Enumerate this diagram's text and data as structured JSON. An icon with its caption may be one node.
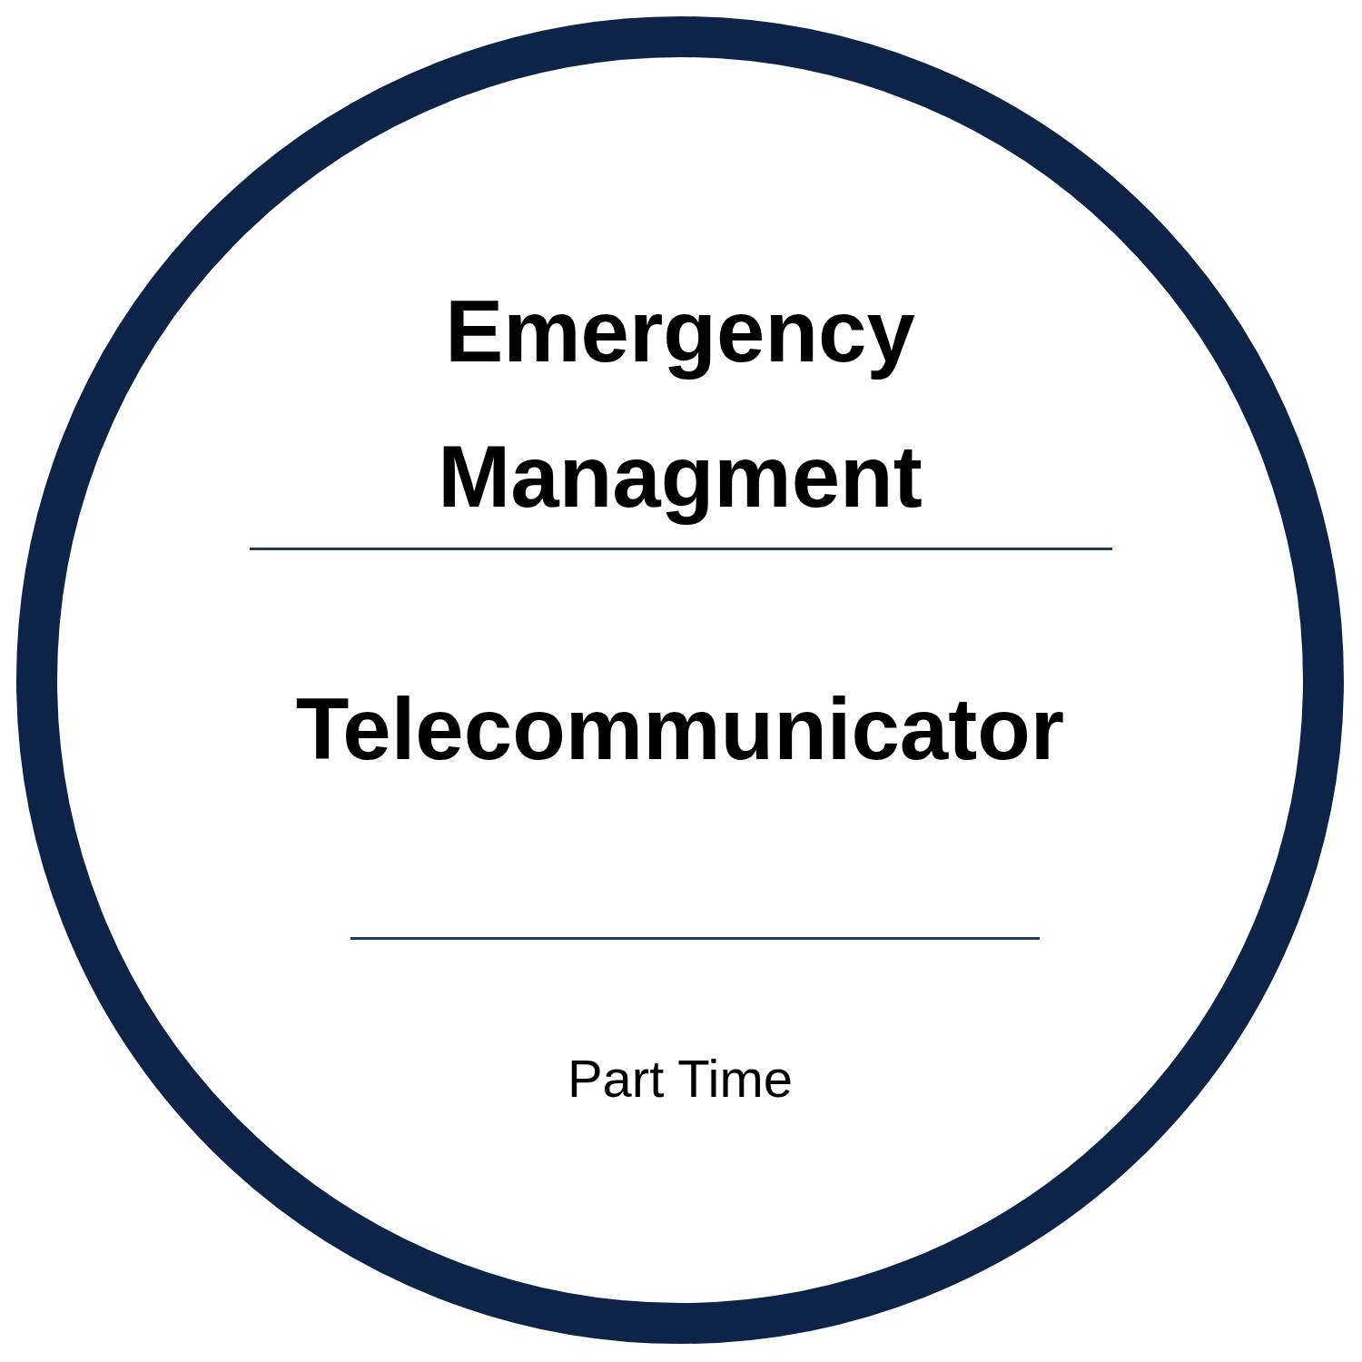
{
  "diagram": {
    "nodes": [
      {
        "text": [
          "Emergency Managment",
          "Telecommunicator",
          "Part Time"
        ]
      }
    ]
  }
}
